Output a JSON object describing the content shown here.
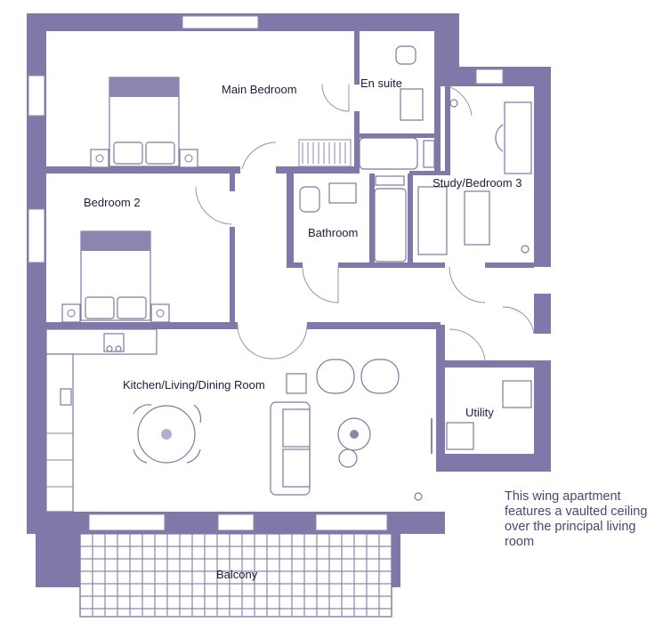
{
  "rooms": {
    "main_bedroom": "Main Bedroom",
    "en_suite": "En suite",
    "study": "Study/Bedroom 3",
    "bedroom2": "Bedroom 2",
    "bathroom": "Bathroom",
    "kitchen_living": "Kitchen/Living/Dining Room",
    "utility": "Utility",
    "balcony": "Balcony"
  },
  "note": "This wing apartment features a vaulted ceiling over the principal living room",
  "colors": {
    "wall": "#7f79a9",
    "line": "#8b86b0",
    "text": "#1f1a3a",
    "note": "#4b4675"
  }
}
